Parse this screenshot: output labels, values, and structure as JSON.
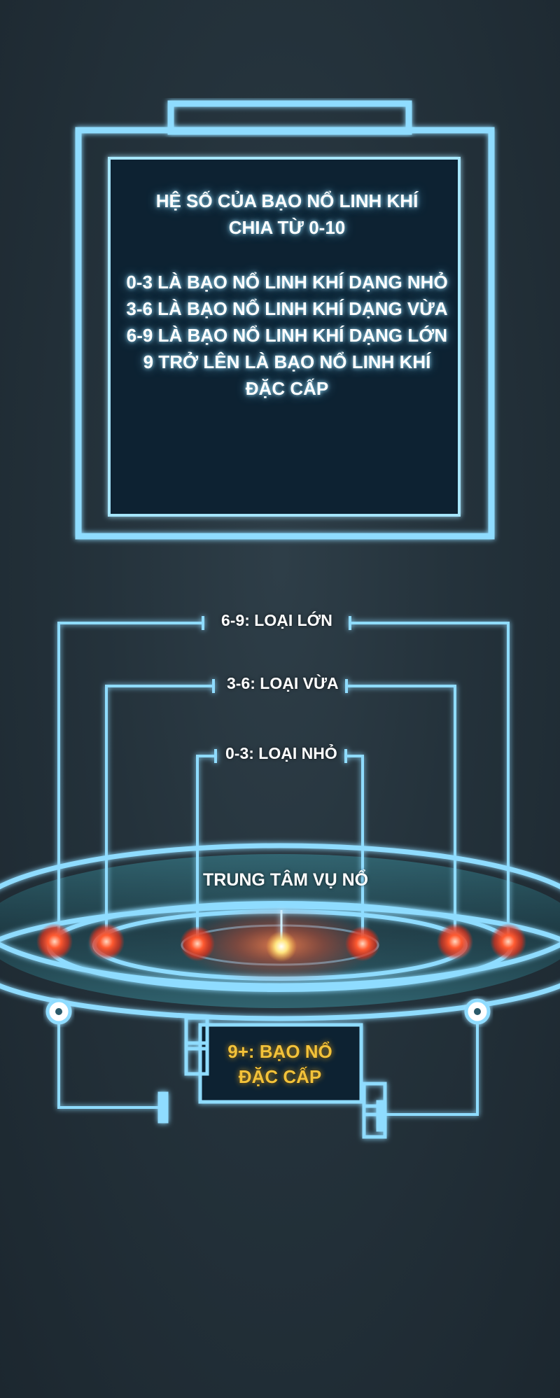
{
  "info_panel": {
    "line1": "HỆ SỐ CỦA BẠO NỔ LINH KHÍ",
    "line2": "CHIA TỪ 0-10",
    "line3": "0-3 LÀ BẠO NỔ LINH KHÍ DẠNG NHỎ",
    "line4": "3-6 LÀ BẠO NỔ LINH KHÍ DẠNG VỪA",
    "line5": "6-9 LÀ BẠO NỔ LINH KHÍ DẠNG LỚN",
    "line6": "9 TRỞ LÊN LÀ BẠO NỔ LINH KHÍ",
    "line7": "ĐẶC CẤP"
  },
  "diagram": {
    "label_large": "6-9: LOẠI LỚN",
    "label_medium": "3-6: LOẠI VỪA",
    "label_small": "0-3: LOẠI NHỎ",
    "center_label": "TRUNG TÂM VỤ NỔ",
    "final_line1": "9+: BẠO NỔ",
    "final_line2": "ĐẶC CẤP"
  },
  "colors": {
    "glow": "#8fdcff",
    "panel_fill": "#0c2130",
    "node_red": "#ff4a2a",
    "center_yellow": "#ffe680",
    "gold_text": "#f2c23a"
  }
}
